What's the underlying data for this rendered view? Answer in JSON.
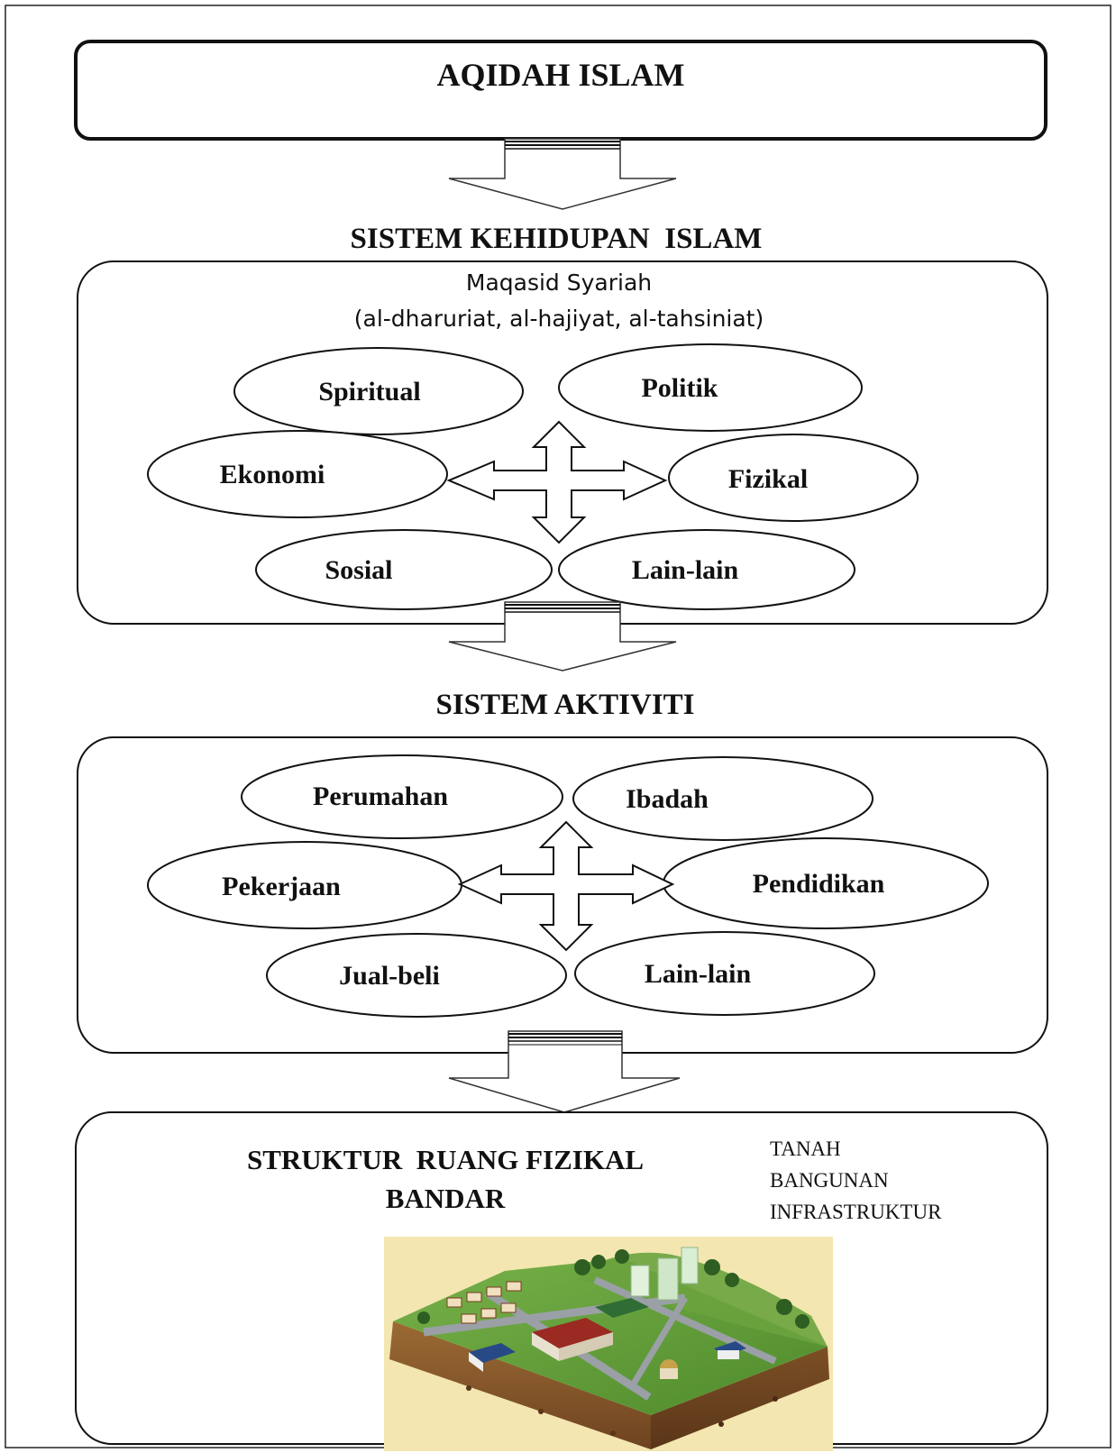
{
  "top_box": {
    "title": "AQIDAH ISLAM"
  },
  "section1": {
    "heading": "SISTEM KEHIDUPAN  ISLAM",
    "subtitle_line1": "Maqasid Syariah",
    "subtitle_line2": "(al-dharuriat, al-hajiyat, al-tahsiniat)",
    "nodes": [
      "Spiritual",
      "Politik",
      "Ekonomi",
      "Fizikal",
      "Sosial",
      "Lain-lain"
    ]
  },
  "section2": {
    "heading": "SISTEM AKTIVITI",
    "nodes": [
      "Perumahan",
      "Ibadah",
      "Pekerjaan",
      "Pendidikan",
      "Jual-beli",
      "Lain-lain"
    ]
  },
  "section3": {
    "title_line1": "STRUKTUR  RUANG FIZIKAL",
    "title_line2": "BANDAR",
    "components": [
      "TANAH",
      "BANGUNAN",
      "INFRASTRUKTUR"
    ],
    "illustration": "isometric-city-block-illustration"
  },
  "colors": {
    "line": "#111111",
    "illustration_bg": "#f3e6b0",
    "grass": "#5f9a37",
    "soil": "#8a5a2b"
  }
}
